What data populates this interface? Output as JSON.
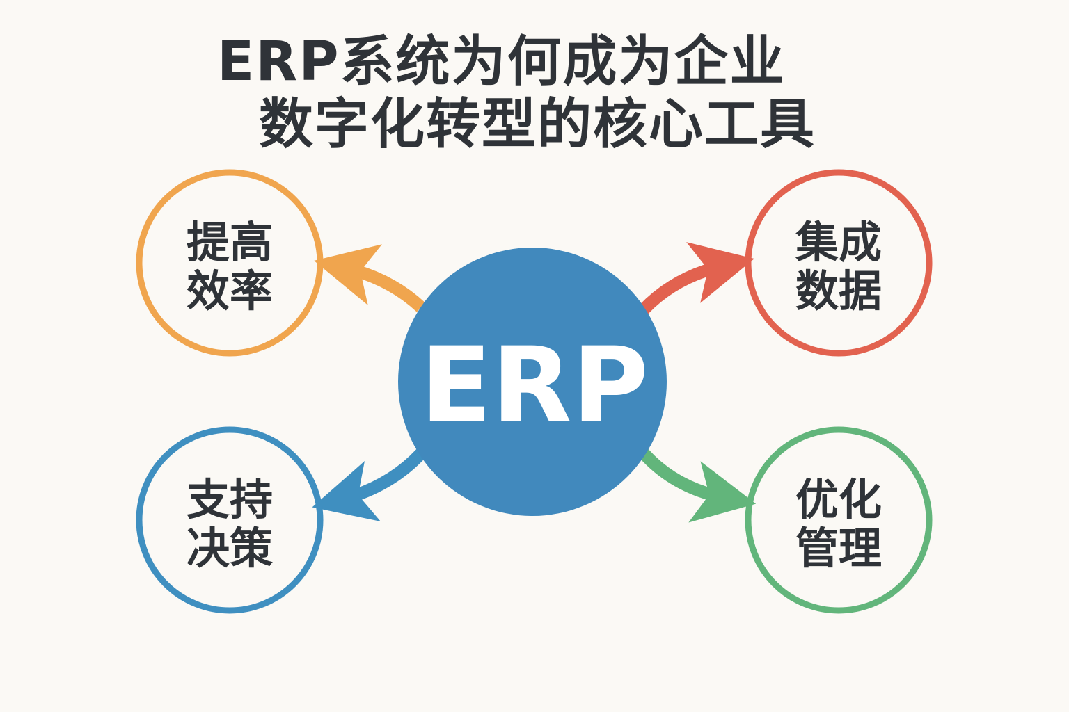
{
  "title": {
    "line1": "ERP系统为何成为企业",
    "line2": "数字化转型的核心工具"
  },
  "center": {
    "label": "ERP",
    "color": "#4189bd"
  },
  "nodes": [
    {
      "line1": "提高",
      "line2": "效率",
      "color": "#f0a54e"
    },
    {
      "line1": "集成",
      "line2": "数据",
      "color": "#e2624f"
    },
    {
      "line1": "支持",
      "line2": "决策",
      "color": "#3f8fc0"
    },
    {
      "line1": "优化",
      "line2": "管理",
      "color": "#62b57b"
    }
  ]
}
